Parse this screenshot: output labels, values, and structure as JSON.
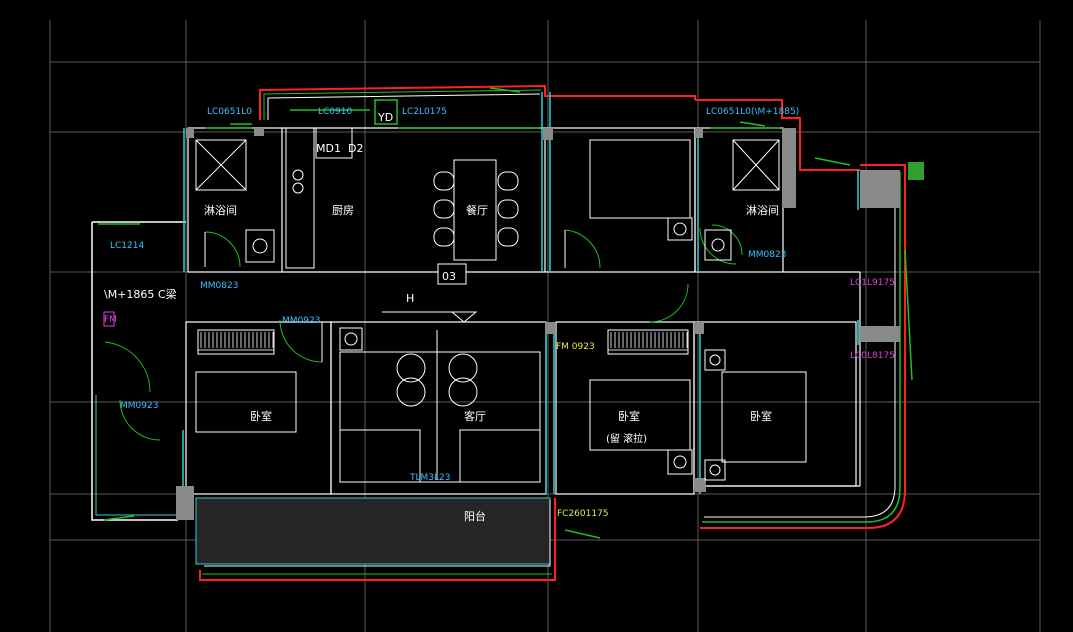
{
  "colors": {
    "background": "#000000",
    "grid": "#5a5a5a",
    "wall_white": "#ffffff",
    "wall_red": "#ff2020",
    "wall_green": "#20c020",
    "wall_cyan": "#30d0d0",
    "fill_gray": "#8a8a8a",
    "label_cyan": "#39c0ff",
    "label_yellow": "#e8e84a",
    "label_magenta": "#e040e0"
  },
  "rooms": {
    "bath_left": "淋浴间",
    "kitchen": "厨房",
    "dining": "餐厅",
    "bath_right": "淋浴间",
    "bedroom_left": "卧室",
    "living": "客厅",
    "bedroom_mid": "卧室",
    "bedroom_mid_note": "(留 滚拉)",
    "bedroom_right": "卧室",
    "balcony": "阳台"
  },
  "tags": {
    "md1": "MD1",
    "d2": "D2",
    "yd": "YD",
    "zone": "03",
    "axis": "H",
    "entry_note": "\\M+1865 C梁"
  },
  "window_labels": {
    "lc_bath_left": "LC0651L0",
    "lc_kitchen": "LC0910",
    "lc_dining": "LC2L0175",
    "lc_right": "LC0651L0(\\M+1885)",
    "lc_entry": "LC1214",
    "mm_bath_left": "MM0823",
    "mm_bath_right": "MM0823",
    "mm_bed_left": "MM0923",
    "mm_entry": "MM0923",
    "tlm": "TLM3L23",
    "fc": "FC2601175",
    "fm": "FM 0923",
    "lc_mag1": "LC1L9175",
    "lc_mag2": "LC0L8175",
    "mag_small": "FM"
  }
}
